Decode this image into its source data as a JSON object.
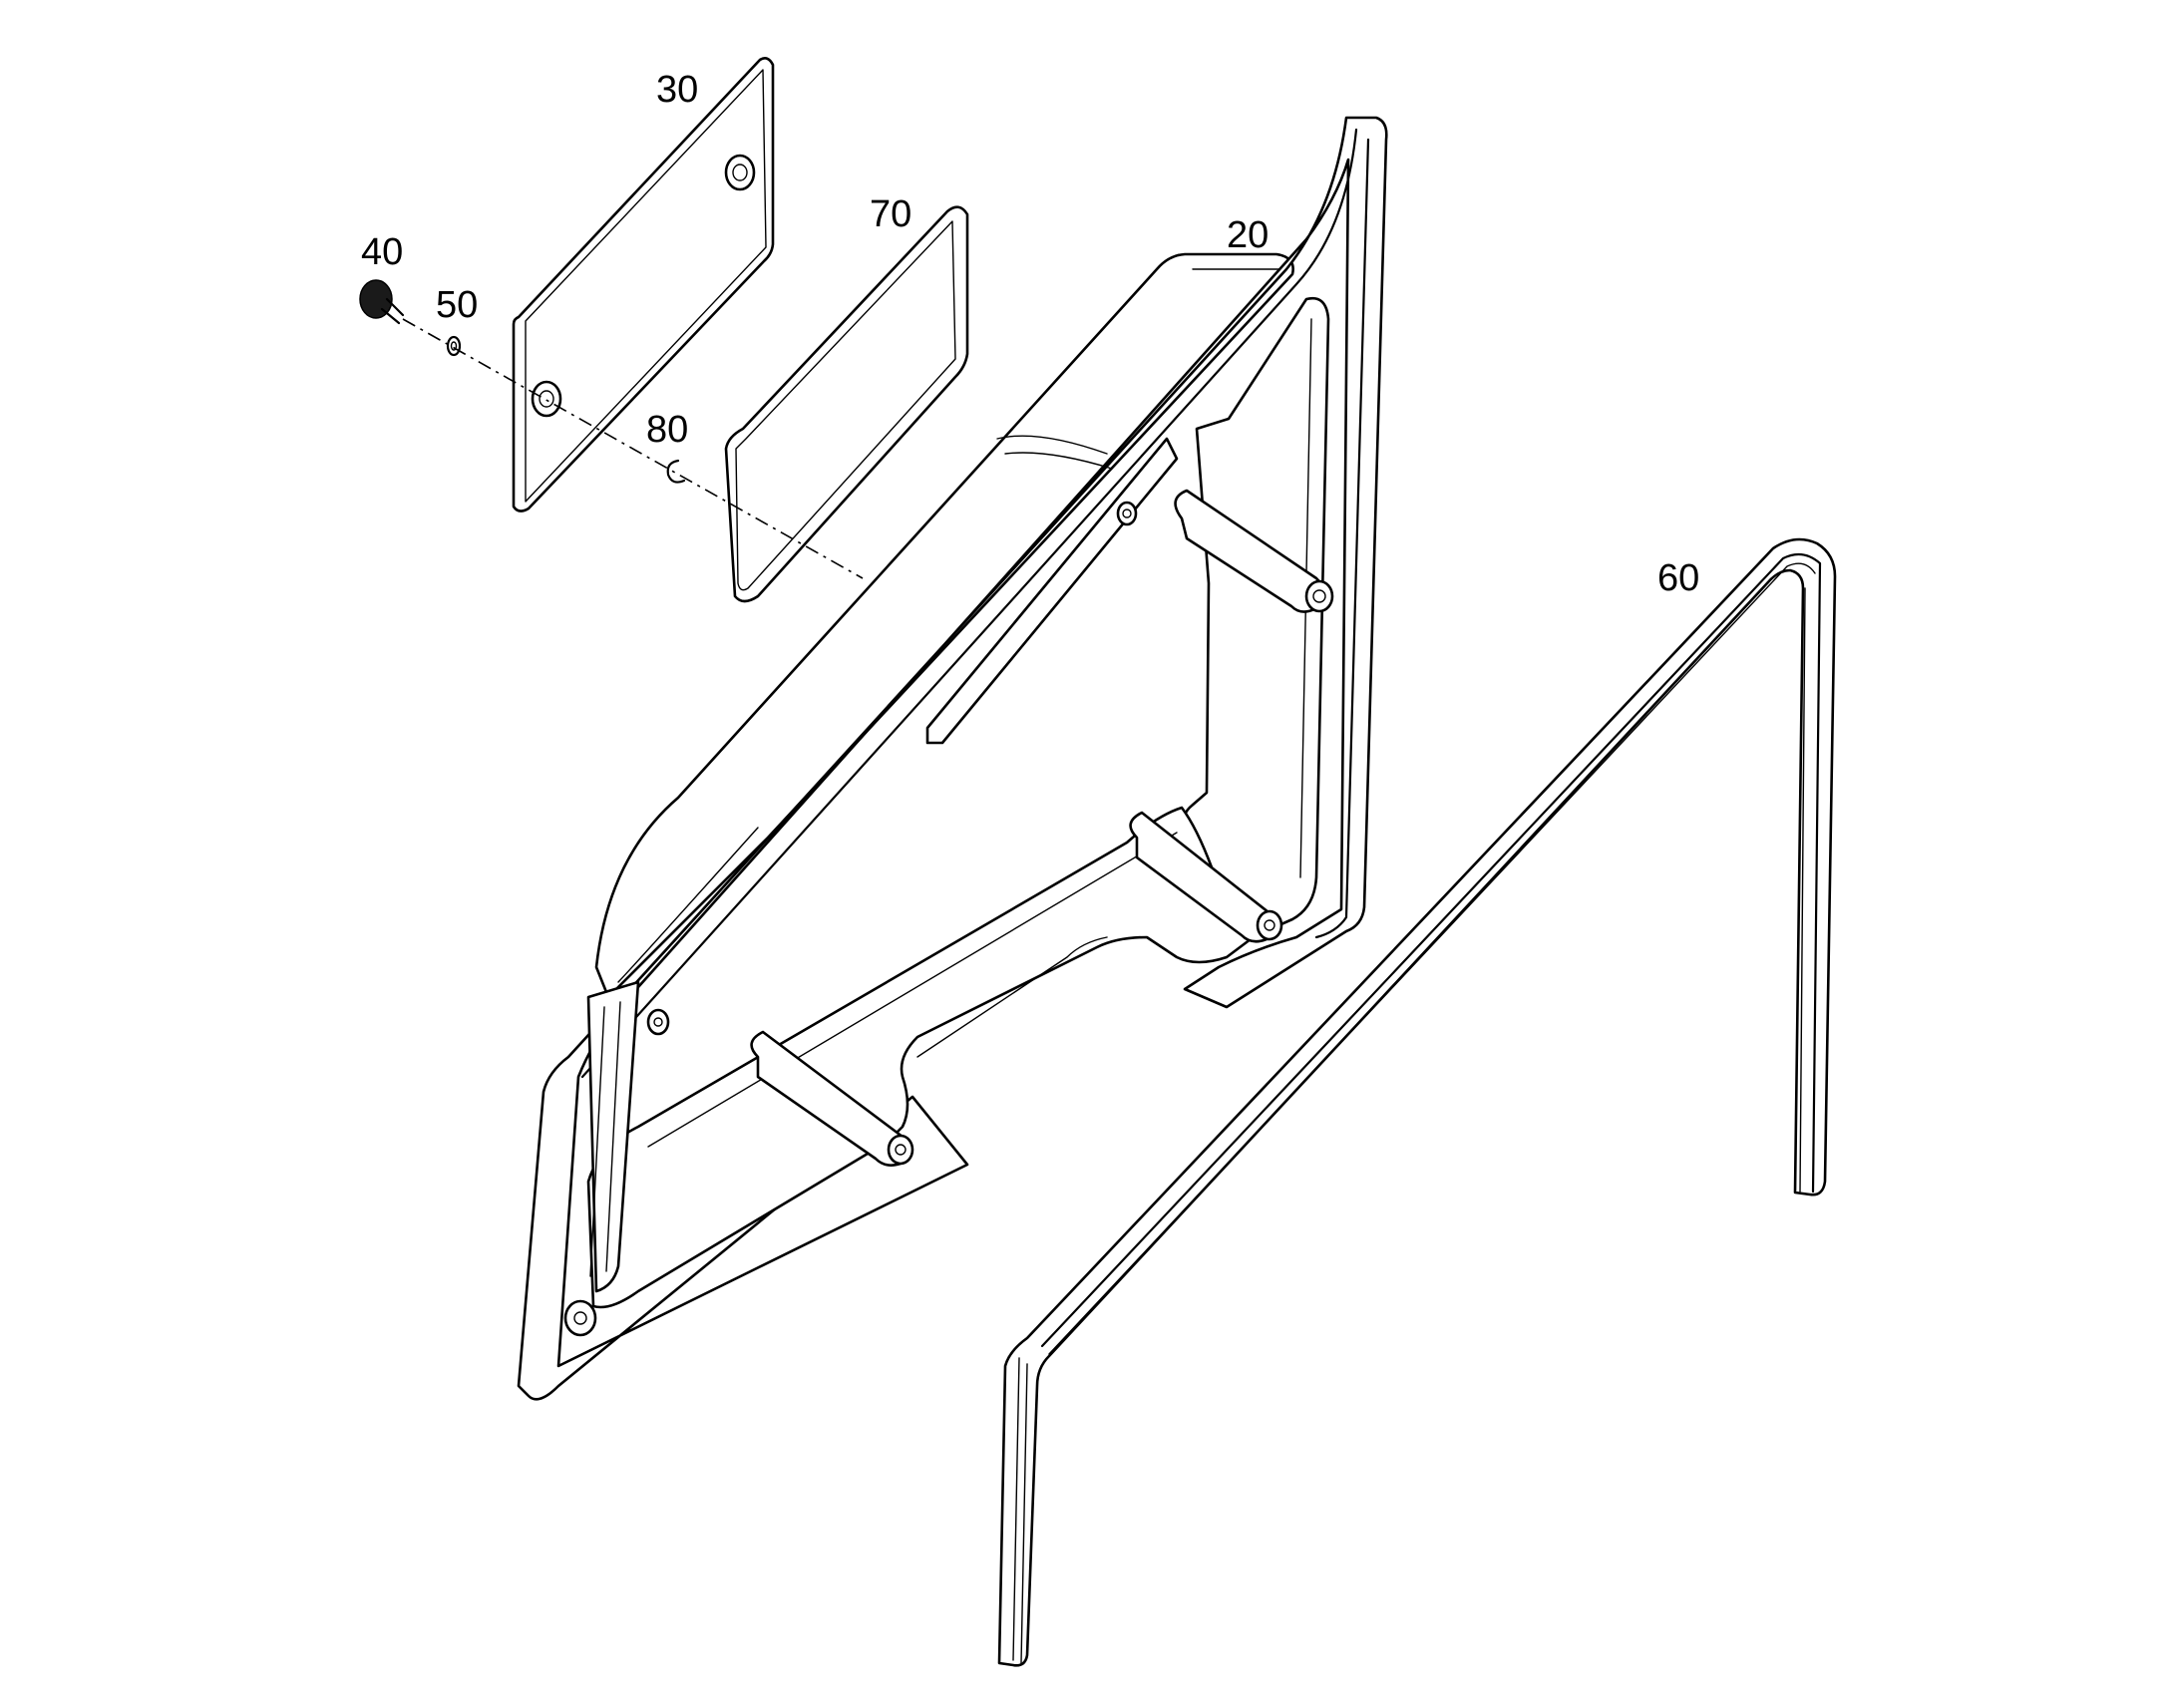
{
  "callouts": {
    "part_20": "20",
    "part_30": "30",
    "part_40": "40",
    "part_50": "50",
    "part_60": "60",
    "part_70": "70",
    "part_80": "80"
  },
  "colors": {
    "line": "#000000",
    "background": "#ffffff"
  }
}
